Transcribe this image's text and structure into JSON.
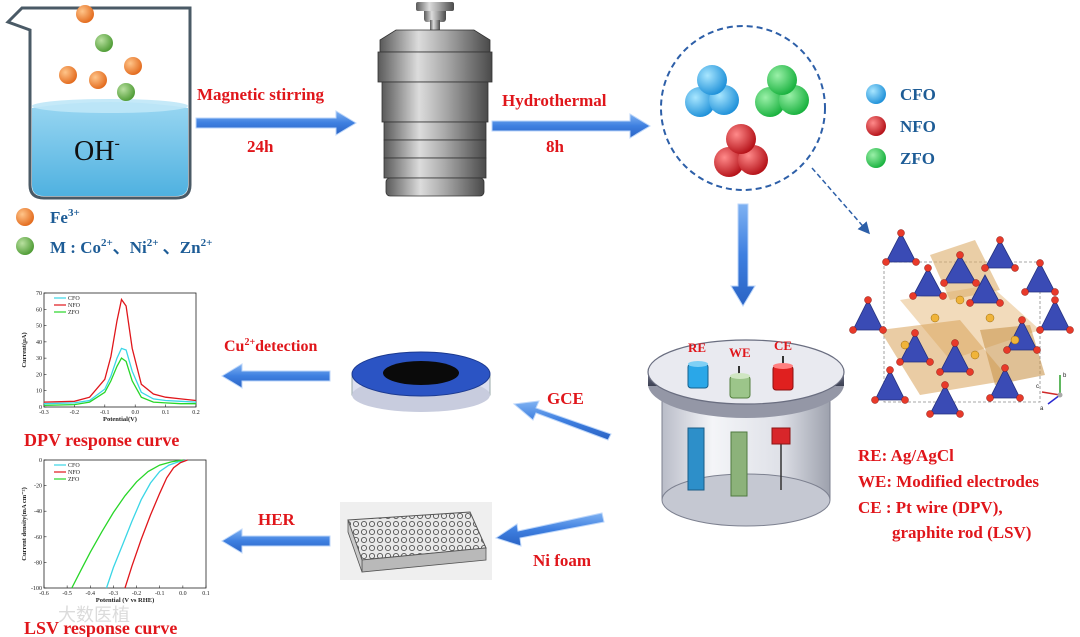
{
  "beaker": {
    "solution_label": "OH",
    "solution_sup": "-"
  },
  "ion_legend": {
    "fe": "Fe",
    "fe_sup": "3+",
    "m_prefix": "M : Co",
    "co_sup": "2+",
    "ni_text": "、Ni",
    "ni_sup": "2+",
    "zn_text": " 、Zn",
    "zn_sup": "2+"
  },
  "steps": {
    "stir_label": "Magnetic stirring",
    "stir_time": "24h",
    "hydro_label": "Hydrothermal",
    "hydro_time": "8h",
    "gce_label": "GCE",
    "nifoam_label": "Ni foam",
    "cu_label": "Cu",
    "cu_sup": "2+",
    "cu_rest": "detection",
    "her_label": "HER"
  },
  "product_legend": [
    {
      "label": "CFO",
      "color": "#2aa7e8"
    },
    {
      "label": "NFO",
      "color": "#c8141b"
    },
    {
      "label": "ZFO",
      "color": "#1fc04a"
    }
  ],
  "electrodes": {
    "re": "RE",
    "we": "WE",
    "ce": "CE"
  },
  "electrode_notes": [
    "RE:  Ag/AgCl",
    "WE: Modified electrodes",
    "CE : Pt wire (DPV),",
    "        graphite rod (LSV)"
  ],
  "crystal_axes": {
    "a": "a",
    "b": "b",
    "c": "c"
  },
  "charts": {
    "dpv_title": "DPV response curve",
    "lsv_title": "LSV response curve"
  },
  "watermark": "大数医植",
  "chart_data": [
    {
      "type": "line",
      "title": "DPV response curve",
      "xlabel": "Potential(V)",
      "ylabel": "Current(μA)",
      "xlim": [
        -0.3,
        0.2
      ],
      "ylim": [
        0,
        70
      ],
      "xticks": [
        "-0.3",
        "-0.2",
        "-0.1",
        "0.0",
        "0.1",
        "0.2"
      ],
      "yticks": [
        "0",
        "10",
        "20",
        "30",
        "40",
        "50",
        "60",
        "70"
      ],
      "legend": "top-left",
      "series": [
        {
          "name": "CFO",
          "color": "#3ad6e6",
          "x": [
            -0.3,
            -0.2,
            -0.15,
            -0.1,
            -0.08,
            -0.06,
            -0.045,
            -0.03,
            -0.01,
            0.02,
            0.06,
            0.1,
            0.15,
            0.2
          ],
          "y": [
            2,
            2.5,
            4,
            11,
            19,
            30,
            36,
            35,
            22,
            9,
            5,
            4,
            3.5,
            3
          ]
        },
        {
          "name": "NFO",
          "color": "#e0161b",
          "x": [
            -0.3,
            -0.2,
            -0.15,
            -0.1,
            -0.08,
            -0.06,
            -0.045,
            -0.03,
            -0.01,
            0.02,
            0.06,
            0.1,
            0.15,
            0.2
          ],
          "y": [
            3,
            3.5,
            6,
            17,
            31,
            53,
            66,
            62,
            36,
            14,
            8,
            6,
            5,
            4
          ]
        },
        {
          "name": "ZFO",
          "color": "#28d628",
          "x": [
            -0.3,
            -0.2,
            -0.15,
            -0.1,
            -0.08,
            -0.06,
            -0.045,
            -0.03,
            -0.01,
            0.02,
            0.06,
            0.1,
            0.15,
            0.2
          ],
          "y": [
            1,
            1.5,
            3,
            9,
            16,
            25,
            30,
            28,
            16,
            6,
            3,
            2.5,
            2,
            2
          ]
        }
      ]
    },
    {
      "type": "line",
      "title": "LSV response curve",
      "xlabel": "Potential (V vs RHE)",
      "ylabel": "Current density(mA cm⁻²)",
      "xlim": [
        -0.6,
        0.1
      ],
      "ylim": [
        -100,
        0
      ],
      "xticks": [
        "-0.6",
        "-0.5",
        "-0.4",
        "-0.3",
        "-0.2",
        "-0.1",
        "0.0",
        "0.1"
      ],
      "yticks": [
        "0",
        "-20",
        "-40",
        "-60",
        "-80",
        "-100"
      ],
      "legend": "top-left",
      "series": [
        {
          "name": "CFO",
          "color": "#3ad6e6",
          "x": [
            -0.33,
            -0.3,
            -0.26,
            -0.22,
            -0.18,
            -0.14,
            -0.1,
            -0.06,
            -0.02,
            0.02
          ],
          "y": [
            -100,
            -84,
            -66,
            -48,
            -31,
            -18,
            -9,
            -4,
            -1.5,
            0
          ]
        },
        {
          "name": "NFO",
          "color": "#e0161b",
          "x": [
            -0.25,
            -0.22,
            -0.18,
            -0.14,
            -0.1,
            -0.07,
            -0.04,
            -0.01,
            0.02
          ],
          "y": [
            -100,
            -83,
            -62,
            -43,
            -26,
            -14,
            -6,
            -2,
            0
          ]
        },
        {
          "name": "ZFO",
          "color": "#28d628",
          "x": [
            -0.48,
            -0.44,
            -0.4,
            -0.35,
            -0.3,
            -0.25,
            -0.2,
            -0.15,
            -0.1,
            -0.05,
            0.0
          ],
          "y": [
            -100,
            -86,
            -72,
            -56,
            -41,
            -28,
            -17,
            -9,
            -4,
            -1.5,
            0
          ]
        }
      ]
    }
  ]
}
